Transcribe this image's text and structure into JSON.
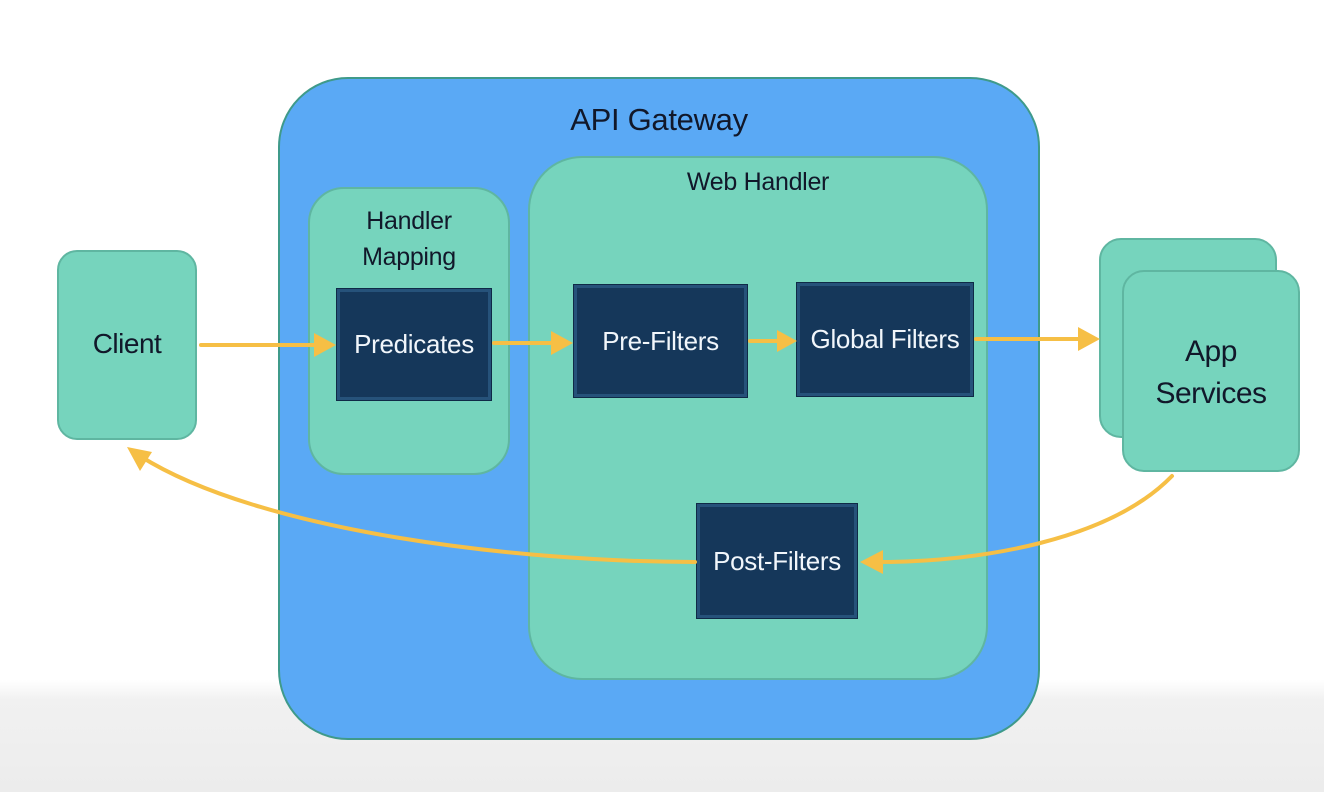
{
  "diagram": {
    "gateway": {
      "title": "API Gateway"
    },
    "handler_mapping": {
      "title_line1": "Handler",
      "title_line2": "Mapping"
    },
    "web_handler": {
      "title": "Web Handler"
    },
    "client": {
      "label": "Client"
    },
    "app_services": {
      "label_line1": "App",
      "label_line2": "Services"
    },
    "nodes": {
      "predicates": "Predicates",
      "pre_filters": "Pre-Filters",
      "global_filters": "Global Filters",
      "post_filters": "Post-Filters"
    },
    "colors": {
      "gateway_fill": "#5aa9f5",
      "panel_fill": "#76d4bd",
      "node_fill": "#15375a",
      "arrow": "#f6bf45"
    }
  }
}
